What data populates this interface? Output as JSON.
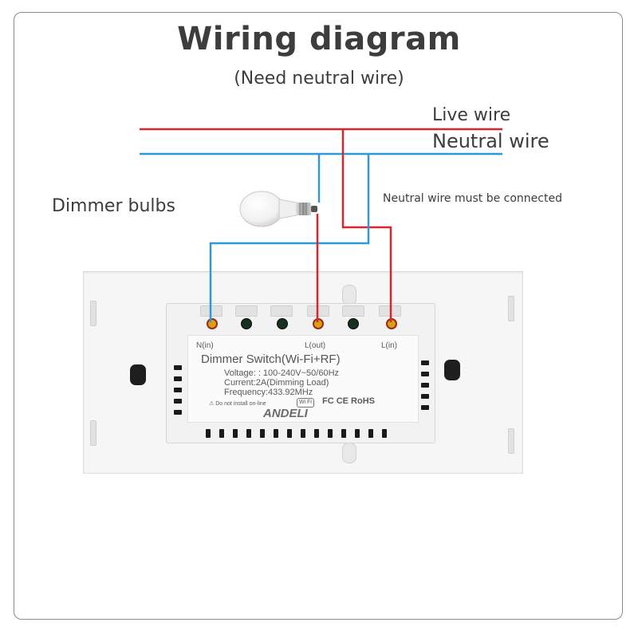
{
  "title": "Wiring diagram",
  "subtitle": "(Need neutral wire)",
  "labels": {
    "live_wire": "Live wire",
    "neutral_wire": "Neutral wire",
    "dimmer_bulbs": "Dimmer bulbs",
    "neutral_note": "Neutral wire must be connected"
  },
  "device": {
    "terminal_n": "N(in)",
    "terminal_lout": "L(out)",
    "terminal_lin": "L(in)",
    "name": "Dimmer Switch(Wi-Fi+RF)",
    "voltage": "Voltage: : 100-240V~50/60Hz",
    "current": "Current:2A(Dimming Load)",
    "frequency": "Frequency:433.92MHz",
    "warning": "Do not install on-line",
    "certs": "FC CE RoHS",
    "wifi_mark": "Wi Fi",
    "brand": "ANDELI"
  },
  "colors": {
    "live": "#d7262e",
    "neutral": "#2e9bd6",
    "live_dark": "#a3202a",
    "neutral_dark": "#1f6fa3"
  }
}
